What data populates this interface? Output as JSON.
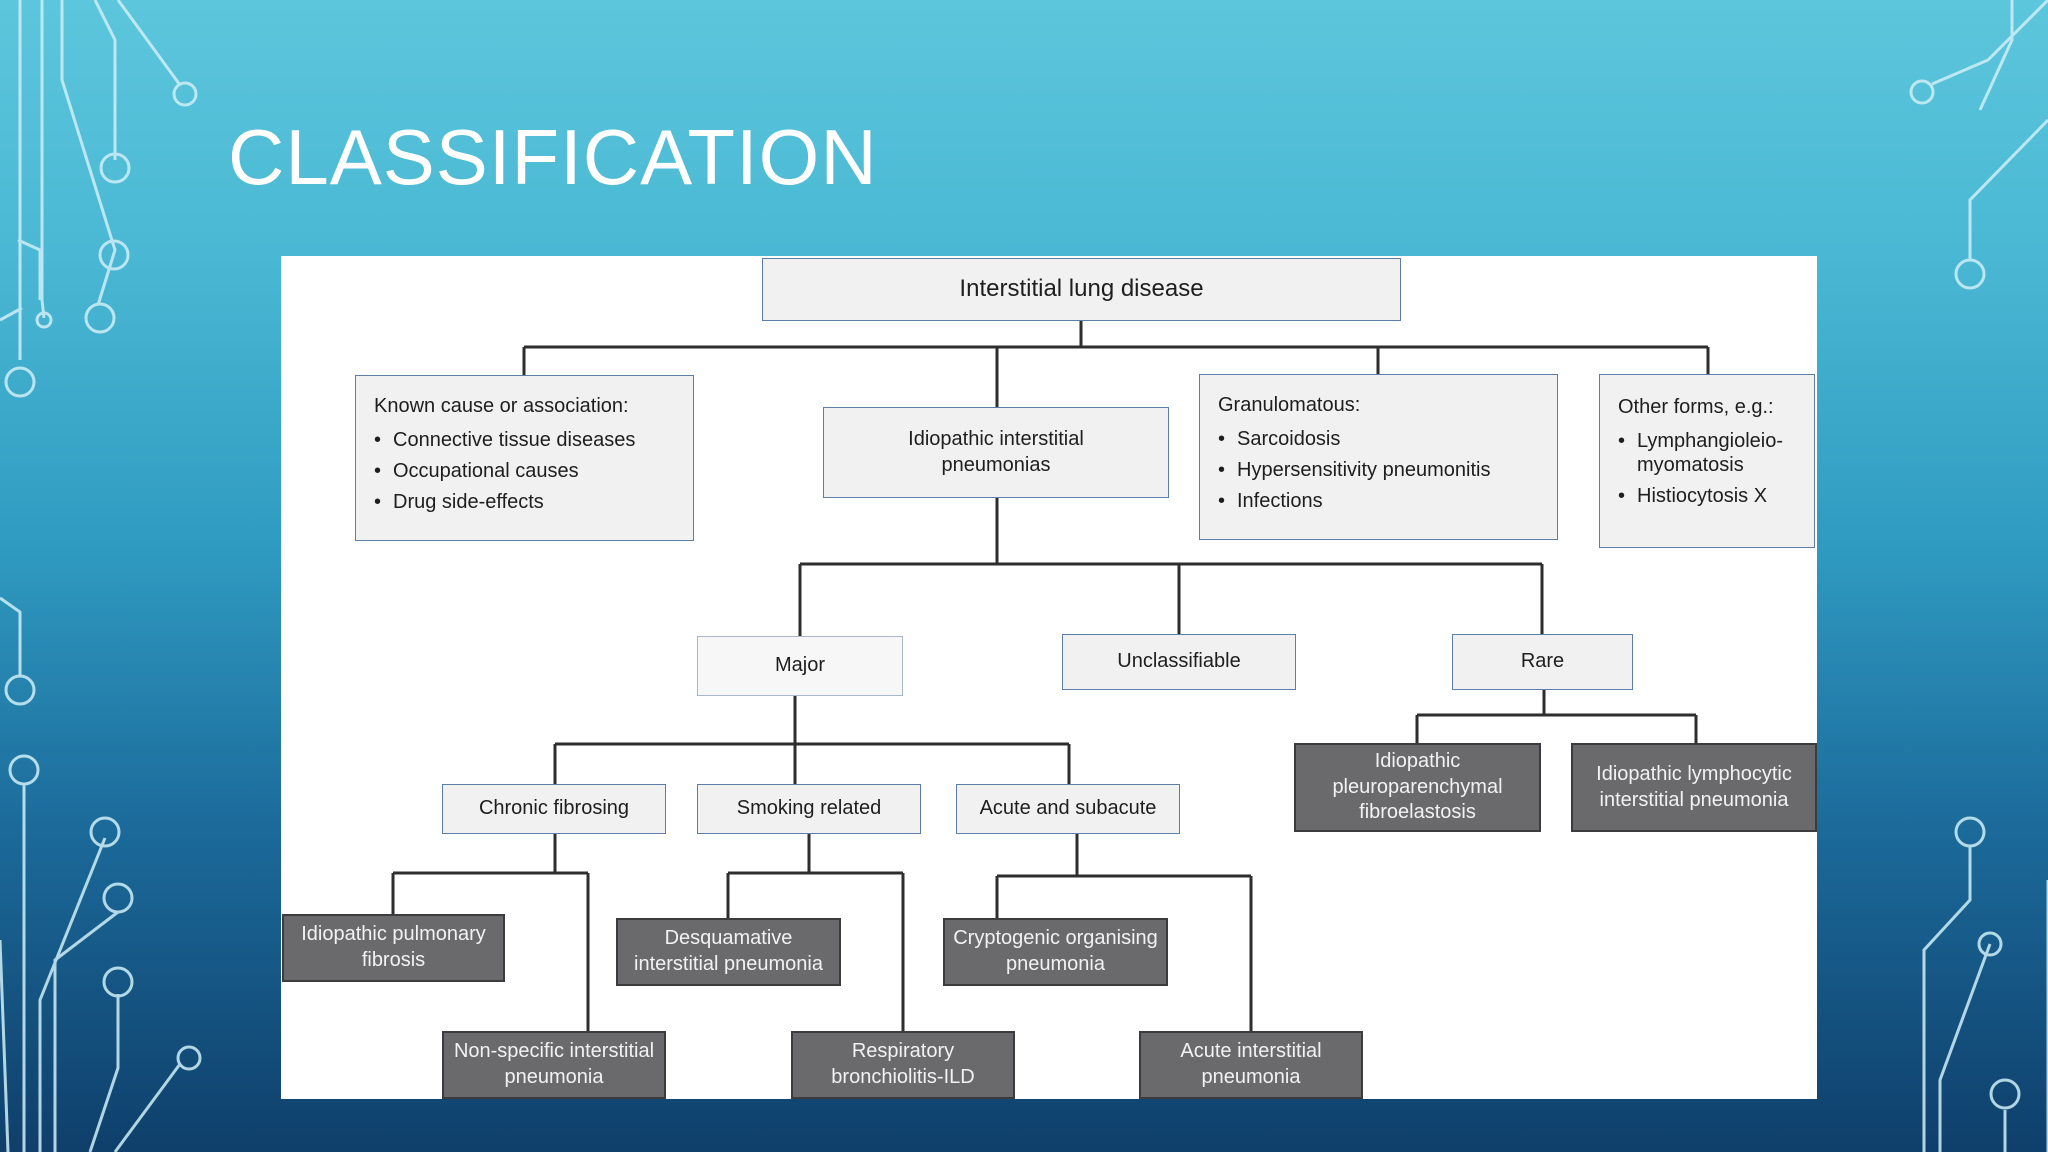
{
  "slide": {
    "title": "CLASSIFICATION"
  },
  "diagram": {
    "root": "Interstitial lung disease",
    "known_cause": {
      "heading": "Known cause or association:",
      "items": [
        "Connective tissue diseases",
        "Occupational causes",
        "Drug side-effects"
      ]
    },
    "idiopathic": "Idiopathic interstitial pneumonias",
    "granulomatous": {
      "heading": "Granulomatous:",
      "items": [
        "Sarcoidosis",
        "Hypersensitivity pneumonitis",
        "Infections"
      ]
    },
    "other_forms": {
      "heading": "Other forms, e.g.:",
      "items": [
        "Lymphangioleio-myomatosis",
        "Histiocytosis X"
      ]
    },
    "major": "Major",
    "unclassifiable": "Unclassifiable",
    "rare": "Rare",
    "chronic_fibrosing": "Chronic fibrosing",
    "smoking_related": "Smoking related",
    "acute_subacute": "Acute and subacute",
    "ipf": "Idiopathic pulmonary fibrosis",
    "nsip": "Non-specific interstitial pneumonia",
    "dip": "Desquamative interstitial pneumonia",
    "rbild": "Respiratory bronchiolitis-ILD",
    "cop": "Cryptogenic organising pneumonia",
    "aip": "Acute interstitial pneumonia",
    "ppfe": "Idiopathic pleuroparenchymal fibroelastosis",
    "lip": "Idiopathic lymphocytic interstitial pneumonia"
  },
  "colors": {
    "background_top": "#5cc6dc",
    "background_bottom": "#0f3f6b",
    "panel": "#ffffff",
    "leaf_box": "#6a6a6c",
    "connector": "#2e2e2e",
    "circuit": "#cfeff7"
  }
}
